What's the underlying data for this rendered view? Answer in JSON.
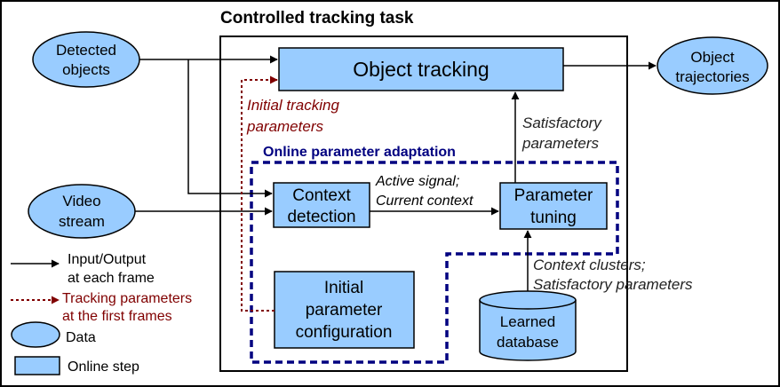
{
  "title": "Controlled tracking task",
  "inputs": {
    "detected_objects": [
      "Detected",
      "objects"
    ],
    "video_stream": [
      "Video",
      "stream"
    ]
  },
  "output": {
    "object_trajectories": [
      "Object",
      "trajectories"
    ]
  },
  "steps": {
    "object_tracking": "Object tracking",
    "context_detection": [
      "Context",
      "detection"
    ],
    "parameter_tuning": [
      "Parameter",
      "tuning"
    ],
    "initial_configuration": [
      "Initial",
      "parameter",
      "configuration"
    ]
  },
  "database": [
    "Learned",
    "database"
  ],
  "region_label": "Online parameter adaptation",
  "edge_labels": {
    "initial_tracking_parameters": [
      "Initial tracking",
      "parameters"
    ],
    "satisfactory_parameters": [
      "Satisfactory",
      "parameters"
    ],
    "active_signal": [
      "Active signal;",
      "Current context"
    ],
    "context_clusters": [
      "Context  clusters;",
      "Satisfactory parameters"
    ]
  },
  "legend": {
    "io": [
      "Input/Output",
      "at each frame"
    ],
    "tracking_params": [
      "Tracking parameters",
      "at the first frames"
    ],
    "data": "Data",
    "online_step": "Online step"
  },
  "colors": {
    "fill": "#99ccff",
    "region_border": "#000080",
    "dashed_red": "#800000"
  }
}
